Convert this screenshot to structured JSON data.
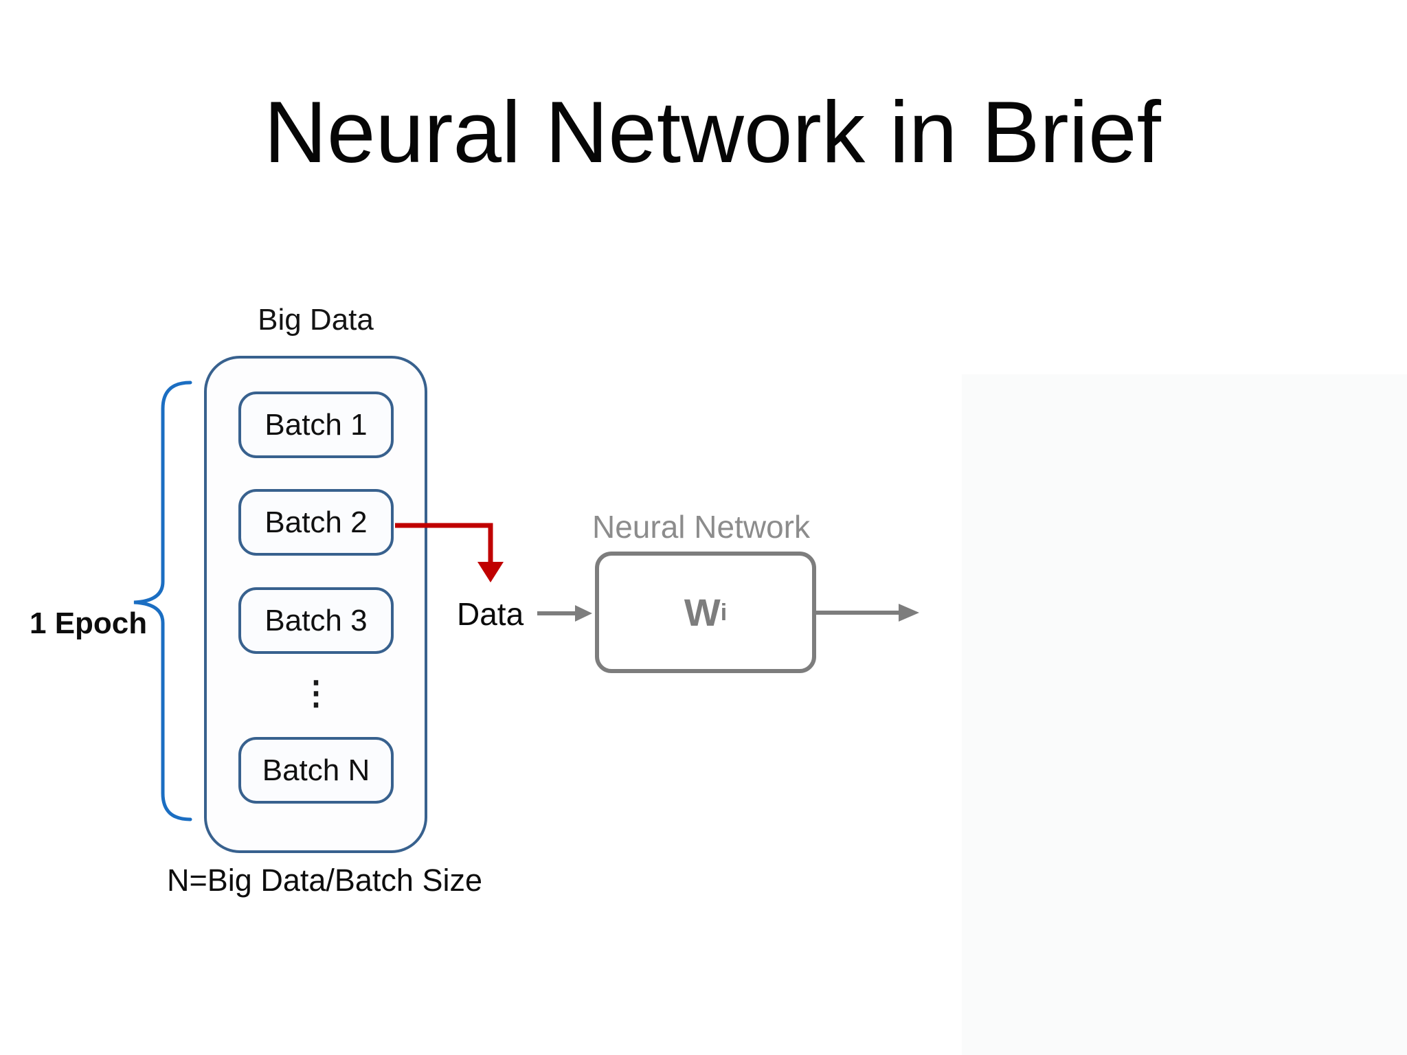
{
  "slide": {
    "title": "Neural Network in Brief",
    "big_data_label": "Big Data",
    "batches": [
      "Batch 1",
      "Batch 2",
      "Batch 3",
      "Batch N"
    ],
    "ellipsis": "⋮",
    "epoch_label": "1 Epoch",
    "formula_label": "N=Big Data/Batch Size",
    "data_label": "Data",
    "neural_network_label": "Neural Network",
    "weight_symbol": "W",
    "weight_subscript": "i",
    "colors": {
      "box_border_blue": "#38618e",
      "brace_blue": "#1b6ec2",
      "arrow_red": "#c00000",
      "arrow_gray": "#7d7d7d",
      "nn_label_gray": "#8c8c8c",
      "text_black": "#0d0d0d",
      "background": "#ffffff",
      "background_tint": "#fafbfb"
    }
  }
}
